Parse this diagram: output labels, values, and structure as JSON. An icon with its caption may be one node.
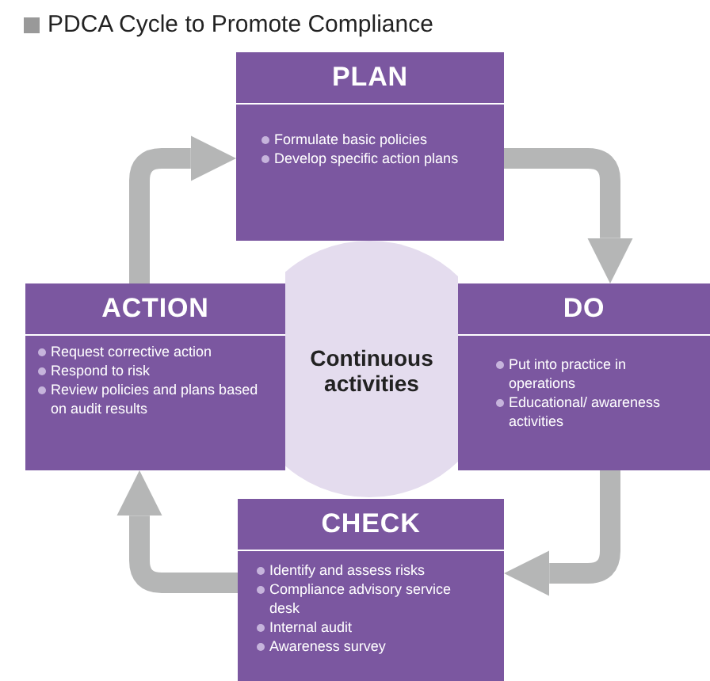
{
  "diagram": {
    "title": "PDCA Cycle to Promote Compliance",
    "nodes": [
      {
        "text": [
          "PLAN",
          "Formulate basic policies",
          "Develop specific action plans"
        ]
      },
      {
        "text": [
          "DO",
          "Put into practice in operations",
          "Educational/ awareness activities"
        ]
      },
      {
        "text": [
          "CHECK",
          "Identify and assess risks",
          "Compliance advisory service desk",
          "Internal audit",
          "Awareness survey"
        ]
      },
      {
        "text": [
          "ACTION",
          "Request corrective action",
          "Respond to risk",
          "Review policies and plans based on audit results"
        ]
      },
      {
        "text": [
          "Continuous activities"
        ]
      }
    ],
    "edges": [
      {
        "from": 0,
        "to": 1,
        "arrow": "to"
      },
      {
        "from": 1,
        "to": 2,
        "arrow": "to"
      },
      {
        "from": 2,
        "to": 3,
        "arrow": "to"
      },
      {
        "from": 3,
        "to": 0,
        "arrow": "to"
      }
    ]
  }
}
